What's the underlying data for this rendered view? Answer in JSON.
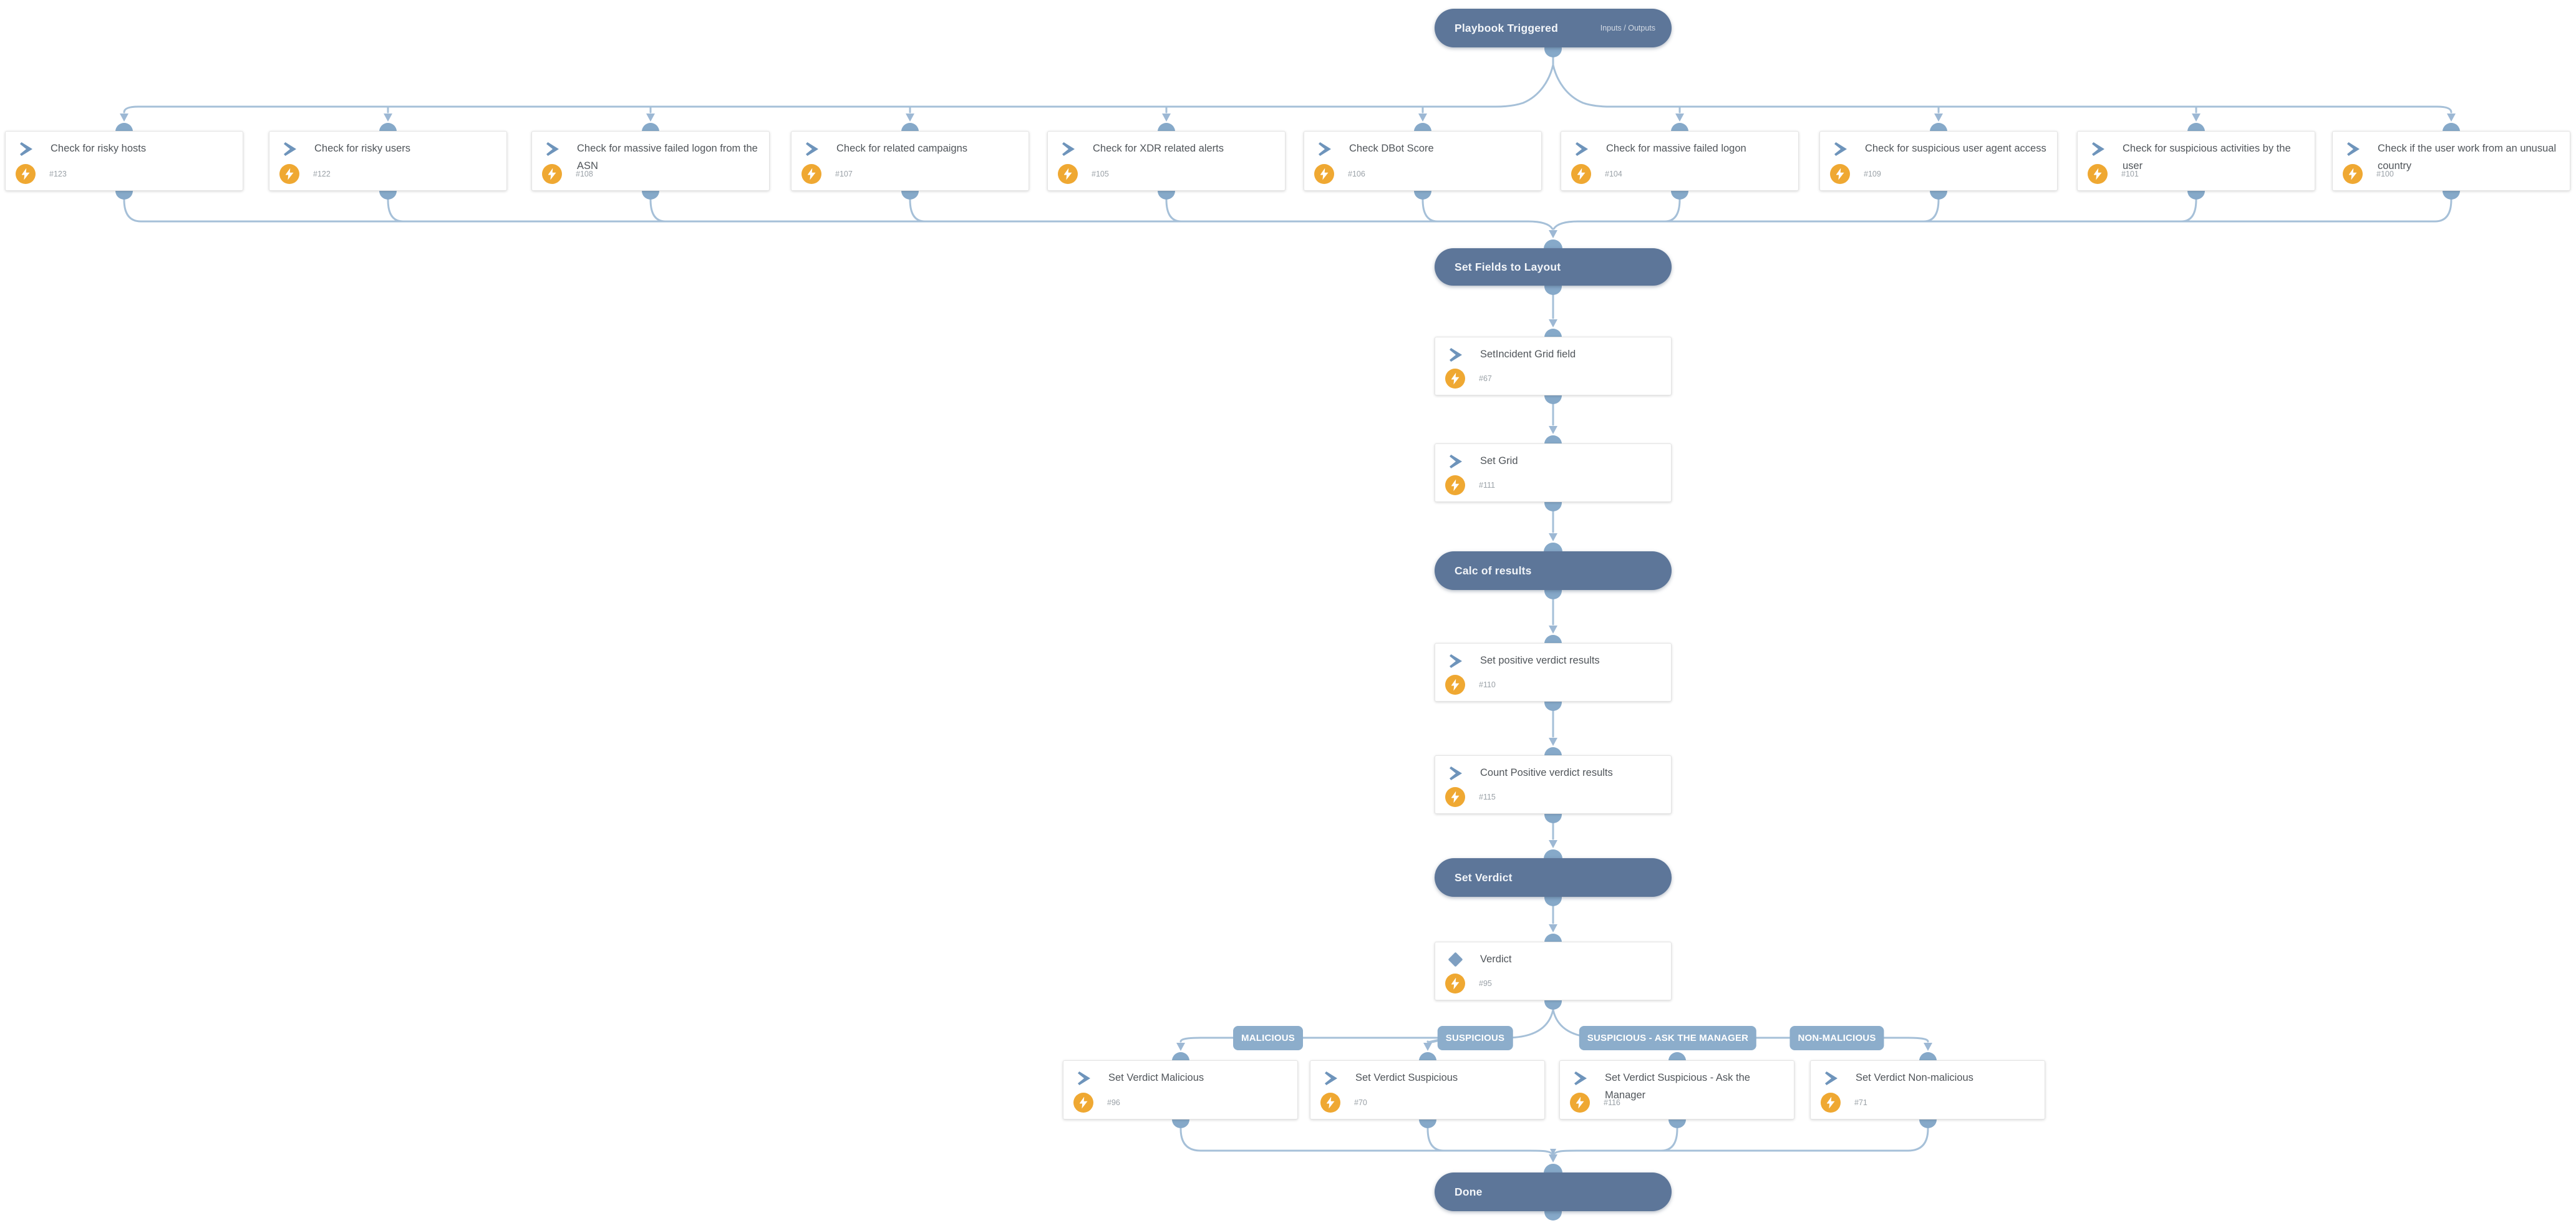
{
  "colors": {
    "section_pill": "#5d7699",
    "connector_line": "#a6c0d8",
    "connector_port": "#86a9c9",
    "condition_icon": "#6e94bb",
    "task_badge": "#efa832",
    "branch_label_bg": "#8cadcb",
    "node_title_text": "#50555a",
    "node_id_text": "#9aa1a7"
  },
  "start": {
    "title": "Playbook Triggered",
    "io_link": "Inputs / Outputs"
  },
  "conditions": [
    {
      "title": "Check for risky hosts",
      "id": "#123"
    },
    {
      "title": "Check for risky users",
      "id": "#122"
    },
    {
      "title": "Check for massive failed logon from the ASN",
      "id": "#108"
    },
    {
      "title": "Check for related campaigns",
      "id": "#107"
    },
    {
      "title": "Check for XDR related alerts",
      "id": "#105"
    },
    {
      "title": "Check DBot Score",
      "id": "#106"
    },
    {
      "title": "Check for massive failed logon",
      "id": "#104"
    },
    {
      "title": "Check for suspicious user agent access",
      "id": "#109"
    },
    {
      "title": "Check for suspicious activities by the user",
      "id": "#101"
    },
    {
      "title": "Check if the user work from an unusual country",
      "id": "#100"
    }
  ],
  "flow": {
    "set_fields_header": "Set Fields to Layout",
    "set_incident": {
      "title": "SetIncident Grid field",
      "id": "#67"
    },
    "set_grid": {
      "title": "Set Grid",
      "id": "#111"
    },
    "calc_header": "Calc of results",
    "set_positive": {
      "title": "Set positive verdict results",
      "id": "#110"
    },
    "count_positive": {
      "title": "Count Positive verdict results",
      "id": "#115"
    },
    "verdict_header": "Set Verdict",
    "verdict": {
      "title": "Verdict",
      "id": "#95"
    }
  },
  "branch_labels": [
    "MALICIOUS",
    "SUSPICIOUS",
    "SUSPICIOUS - ASK THE MANAGER",
    "NON-MALICIOUS"
  ],
  "verdict_tasks": [
    {
      "title": "Set Verdict Malicious",
      "id": "#96"
    },
    {
      "title": "Set Verdict Suspicious",
      "id": "#70"
    },
    {
      "title": "Set Verdict Suspicious - Ask the Manager",
      "id": "#116"
    },
    {
      "title": "Set Verdict Non-malicious",
      "id": "#71"
    }
  ],
  "end": {
    "title": "Done"
  }
}
